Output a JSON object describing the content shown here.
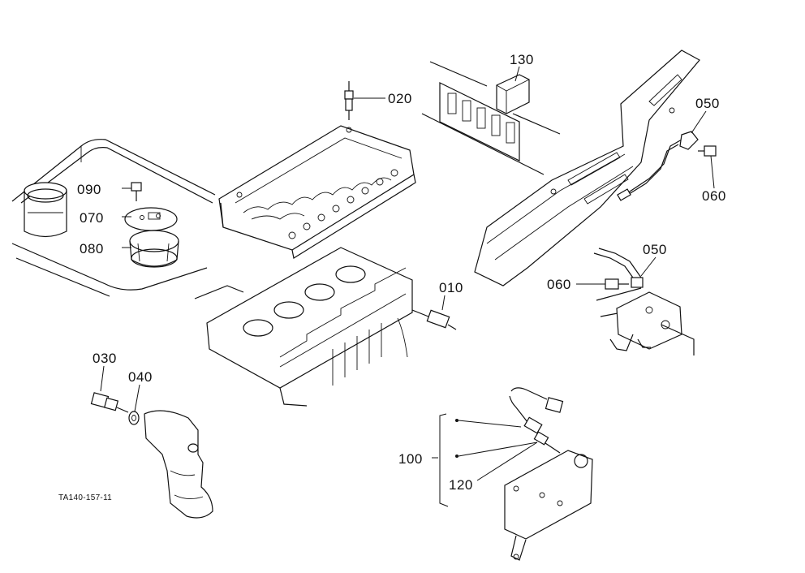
{
  "callouts": {
    "c010": "010",
    "c020": "020",
    "c030": "030",
    "c040": "040",
    "c050a": "050",
    "c050b": "050",
    "c060a": "060",
    "c060b": "060",
    "c070": "070",
    "c080": "080",
    "c090": "090",
    "c100": "100",
    "c120": "120",
    "c130": "130"
  },
  "figure_code": "TA140-157-11"
}
